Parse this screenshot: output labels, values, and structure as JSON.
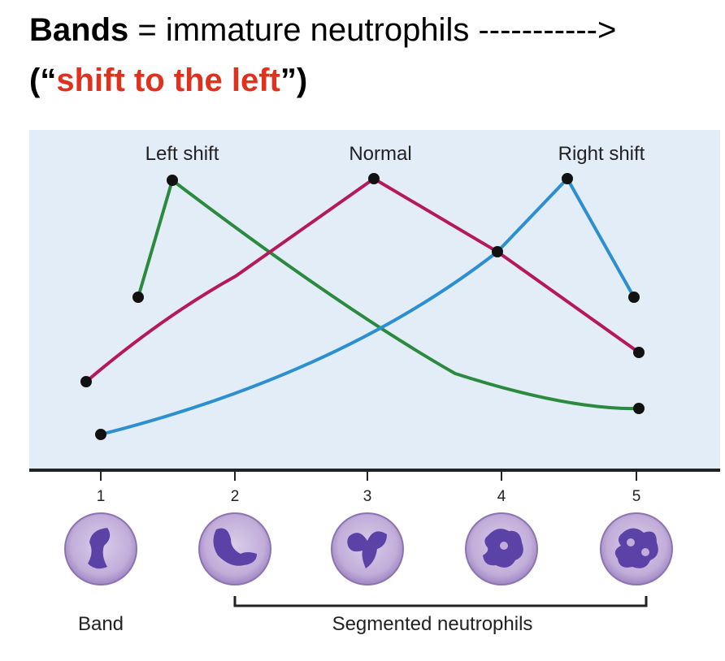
{
  "title": {
    "bold_word": "Bands",
    "rest_line1": " = immature neutrophils ----------->",
    "open": "(“",
    "highlight": "shift to the left",
    "close": "”)"
  },
  "diagram": {
    "background_color": "#e3edf7",
    "peak_labels": [
      "Left shift",
      "Normal",
      "Right shift"
    ],
    "ticks": [
      "1",
      "2",
      "3",
      "4",
      "5"
    ],
    "band_label": "Band",
    "segmented_label": "Segmented neutrophils",
    "curves": [
      {
        "id": "left-shift",
        "color": "#2a8a3e"
      },
      {
        "id": "normal",
        "color": "#b5195a"
      },
      {
        "id": "right-shift",
        "color": "#2b8fd0"
      }
    ],
    "cells": [
      {
        "stage": "1",
        "nucleus": "band"
      },
      {
        "stage": "2",
        "nucleus": "2-lobe"
      },
      {
        "stage": "3",
        "nucleus": "3-lobe"
      },
      {
        "stage": "4",
        "nucleus": "4-lobe"
      },
      {
        "stage": "5",
        "nucleus": "5-lobe"
      }
    ]
  }
}
